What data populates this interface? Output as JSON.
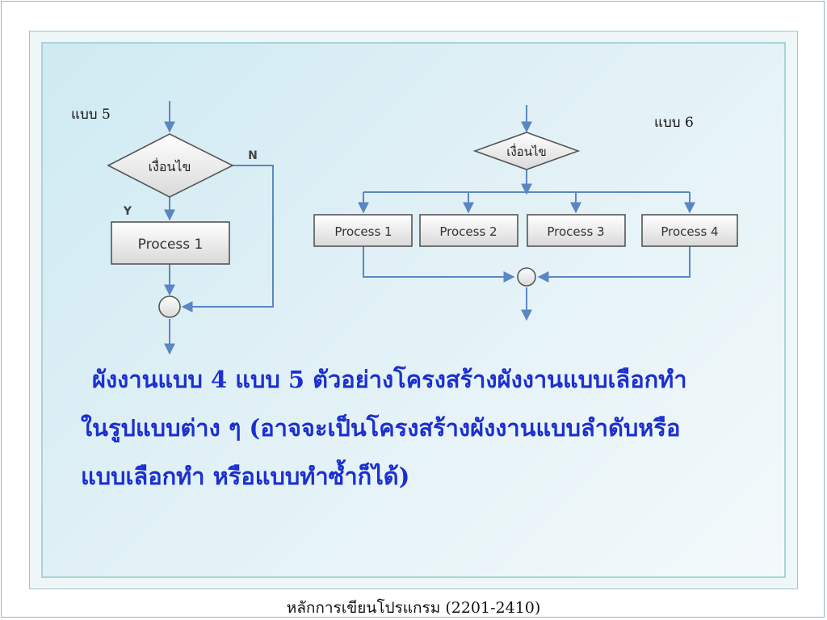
{
  "slide": {
    "label_left": "แบบ 5",
    "label_right": "แบบ 6",
    "caption_lines": [
      "ผังงานแบบ 4 แบบ 5 ตัวอย่างโครงสร้างผังงานแบบเลือกทำ",
      "ในรูปแบบต่าง ๆ (อาจจะเป็นโครงสร้างผังงานแบบลำดับหรือ",
      "แบบเลือกทำ หรือแบบทำซ้ำก็ได้)"
    ],
    "footer": "หลักการเขียนโปรแกรม (2201-2410)"
  },
  "diagram_left": {
    "condition": "เงื่อนไข",
    "yes_label": "Y",
    "no_label": "N",
    "process": "Process 1"
  },
  "diagram_right": {
    "condition": "เงื่อนไข",
    "processes": [
      "Process 1",
      "Process 2",
      "Process 3",
      "Process 4"
    ]
  },
  "colors": {
    "connector": "#5b86c4",
    "shape_border": "#555555",
    "shape_fill_top": "#ffffff",
    "shape_fill_bottom": "#d9d9d9",
    "caption": "#1c2fd0"
  }
}
